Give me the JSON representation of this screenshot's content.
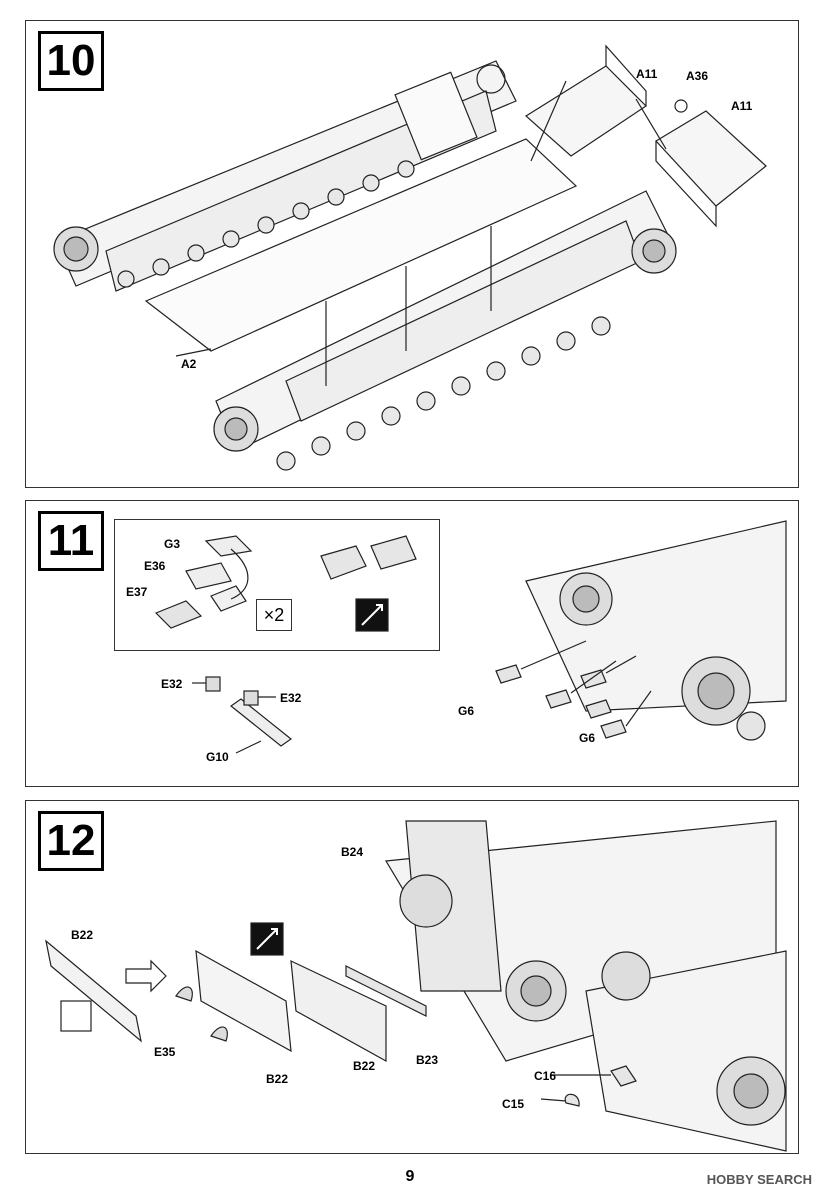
{
  "page_number": "9",
  "watermark": "HOBBY SEARCH",
  "step10": {
    "number": "10",
    "labels": {
      "a11_left": "A11",
      "a36": "A36",
      "a11_right": "A11",
      "a2": "A2"
    }
  },
  "step11": {
    "number": "11",
    "multiplier": "×2",
    "labels": {
      "g3": "G3",
      "e36": "E36",
      "e37": "E37",
      "e32_left": "E32",
      "e32_right": "E32",
      "g10": "G10",
      "g6_left": "G6",
      "g6_right": "G6"
    }
  },
  "step12": {
    "number": "12",
    "labels": {
      "b22_top": "B22",
      "e35": "E35",
      "b22_mid": "B22",
      "b22_bottom": "B22",
      "b23": "B23",
      "b24": "B24",
      "c16": "C16",
      "c15": "C15"
    }
  }
}
